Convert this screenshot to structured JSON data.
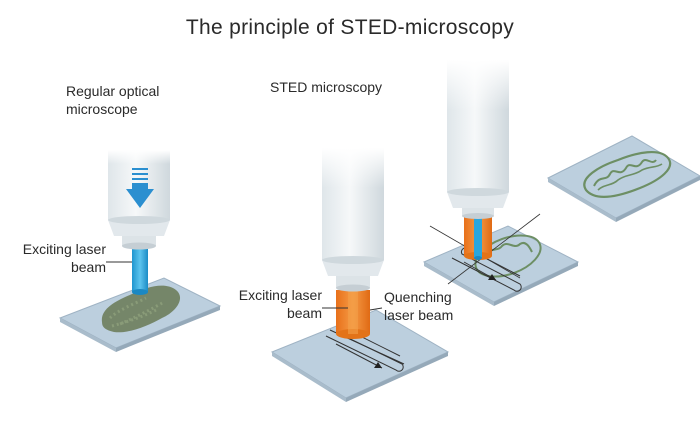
{
  "title": "The principle of STED-microscopy",
  "labels": {
    "regular_line1": "Regular optical",
    "regular_line2": "microscope",
    "sted": "STED microscopy",
    "exciting_left_line1": "Exciting laser",
    "exciting_left_line2": "beam",
    "exciting_mid_line1": "Exciting laser",
    "exciting_mid_line2": "beam",
    "quenching_line1": "Quenching",
    "quenching_line2": "laser beam"
  },
  "colors": {
    "slide": "#bccfde",
    "slide_edge": "#9fb3c4",
    "objective": "#e9eef1",
    "objective_dark": "#d2dadf",
    "excite_beam": "#2aa6dd",
    "quench_beam": "#f07c22",
    "sample_green": "#6d7d5c",
    "arrow_blue": "#2b8fd0"
  },
  "icons": [
    "down-arrow-icon",
    "scan-path-arrow-icon"
  ]
}
